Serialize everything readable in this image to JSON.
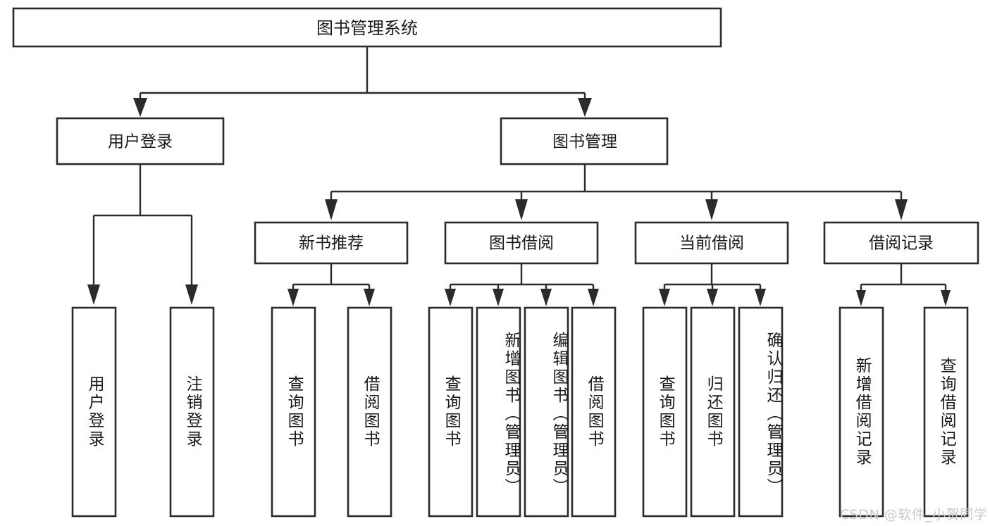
{
  "diagram": {
    "type": "tree-hierarchy",
    "orientation": "top-down",
    "root": {
      "id": "root",
      "label": "图书管理系统"
    },
    "level2": [
      {
        "id": "user-login",
        "label": "用户登录"
      },
      {
        "id": "book-management",
        "label": "图书管理"
      }
    ],
    "level3": [
      {
        "id": "new-book-recommend",
        "label": "新书推荐",
        "parent": "book-management"
      },
      {
        "id": "book-borrow",
        "label": "图书借阅",
        "parent": "book-management"
      },
      {
        "id": "current-borrow",
        "label": "当前借阅",
        "parent": "book-management"
      },
      {
        "id": "borrow-record",
        "label": "借阅记录",
        "parent": "book-management"
      }
    ],
    "leaves": {
      "user-login": [
        {
          "id": "leaf-user-login",
          "label": "用户登录"
        },
        {
          "id": "leaf-logout",
          "label": "注销登录"
        }
      ],
      "new-book-recommend": [
        {
          "id": "leaf-query-book-1",
          "label": "查询图书"
        },
        {
          "id": "leaf-borrow-book-1",
          "label": "借阅图书"
        }
      ],
      "book-borrow": [
        {
          "id": "leaf-query-book-2",
          "label": "查询图书"
        },
        {
          "id": "leaf-add-book",
          "label": "新增图书（管理员）"
        },
        {
          "id": "leaf-edit-book",
          "label": "编辑图书（管理员）"
        },
        {
          "id": "leaf-borrow-book-2",
          "label": "借阅图书"
        }
      ],
      "current-borrow": [
        {
          "id": "leaf-query-book-3",
          "label": "查询图书"
        },
        {
          "id": "leaf-return-book",
          "label": "归还图书"
        },
        {
          "id": "leaf-confirm-return",
          "label": "确认归还（管理员）"
        }
      ],
      "borrow-record": [
        {
          "id": "leaf-add-record",
          "label": "新增借阅记录"
        },
        {
          "id": "leaf-query-record",
          "label": "查询借阅记录"
        }
      ]
    },
    "colors": {
      "box_stroke": "#2b2b2b",
      "box_fill": "#ffffff",
      "connector": "#2b2b2b",
      "text": "#1a1a1a",
      "watermark": "#c9c9c9",
      "background": "#ffffff"
    }
  },
  "watermark": {
    "text": "CSDN @软件_小贺同学"
  }
}
